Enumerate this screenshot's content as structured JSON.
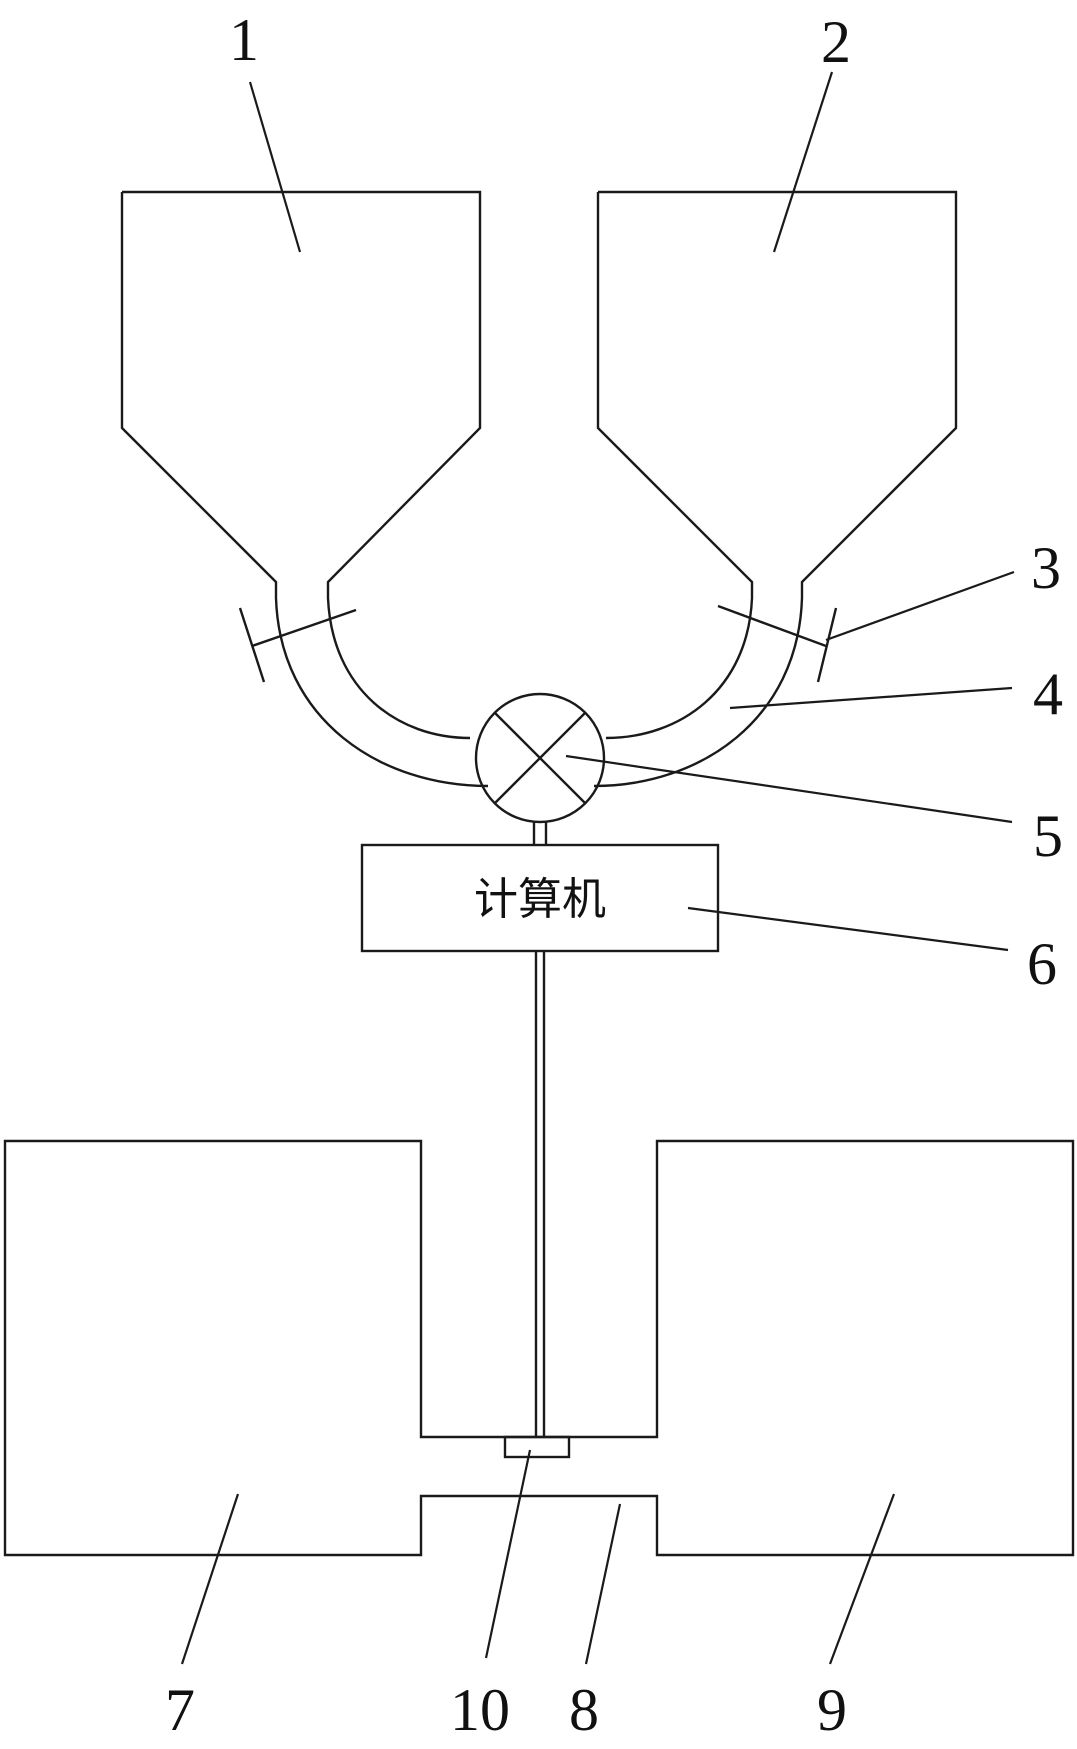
{
  "computer_label": "计算机",
  "labels": {
    "l1": "1",
    "l2": "2",
    "l3": "3",
    "l4": "4",
    "l5": "5",
    "l6": "6",
    "l7": "7",
    "l8": "8",
    "l9": "9",
    "l10": "10"
  },
  "colors": {
    "line": "#1a1a1a",
    "background": "#ffffff"
  }
}
